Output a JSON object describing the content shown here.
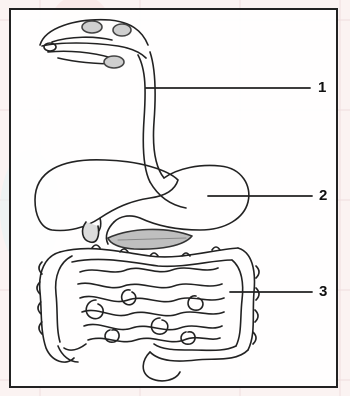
{
  "diagram": {
    "labels": [
      {
        "id": "1",
        "text": "1"
      },
      {
        "id": "2",
        "text": "2"
      },
      {
        "id": "3",
        "text": "3"
      }
    ],
    "colors": {
      "ink": "#222222",
      "paper": "#ffffff",
      "watermark_tint": "#f6e2e0"
    }
  }
}
